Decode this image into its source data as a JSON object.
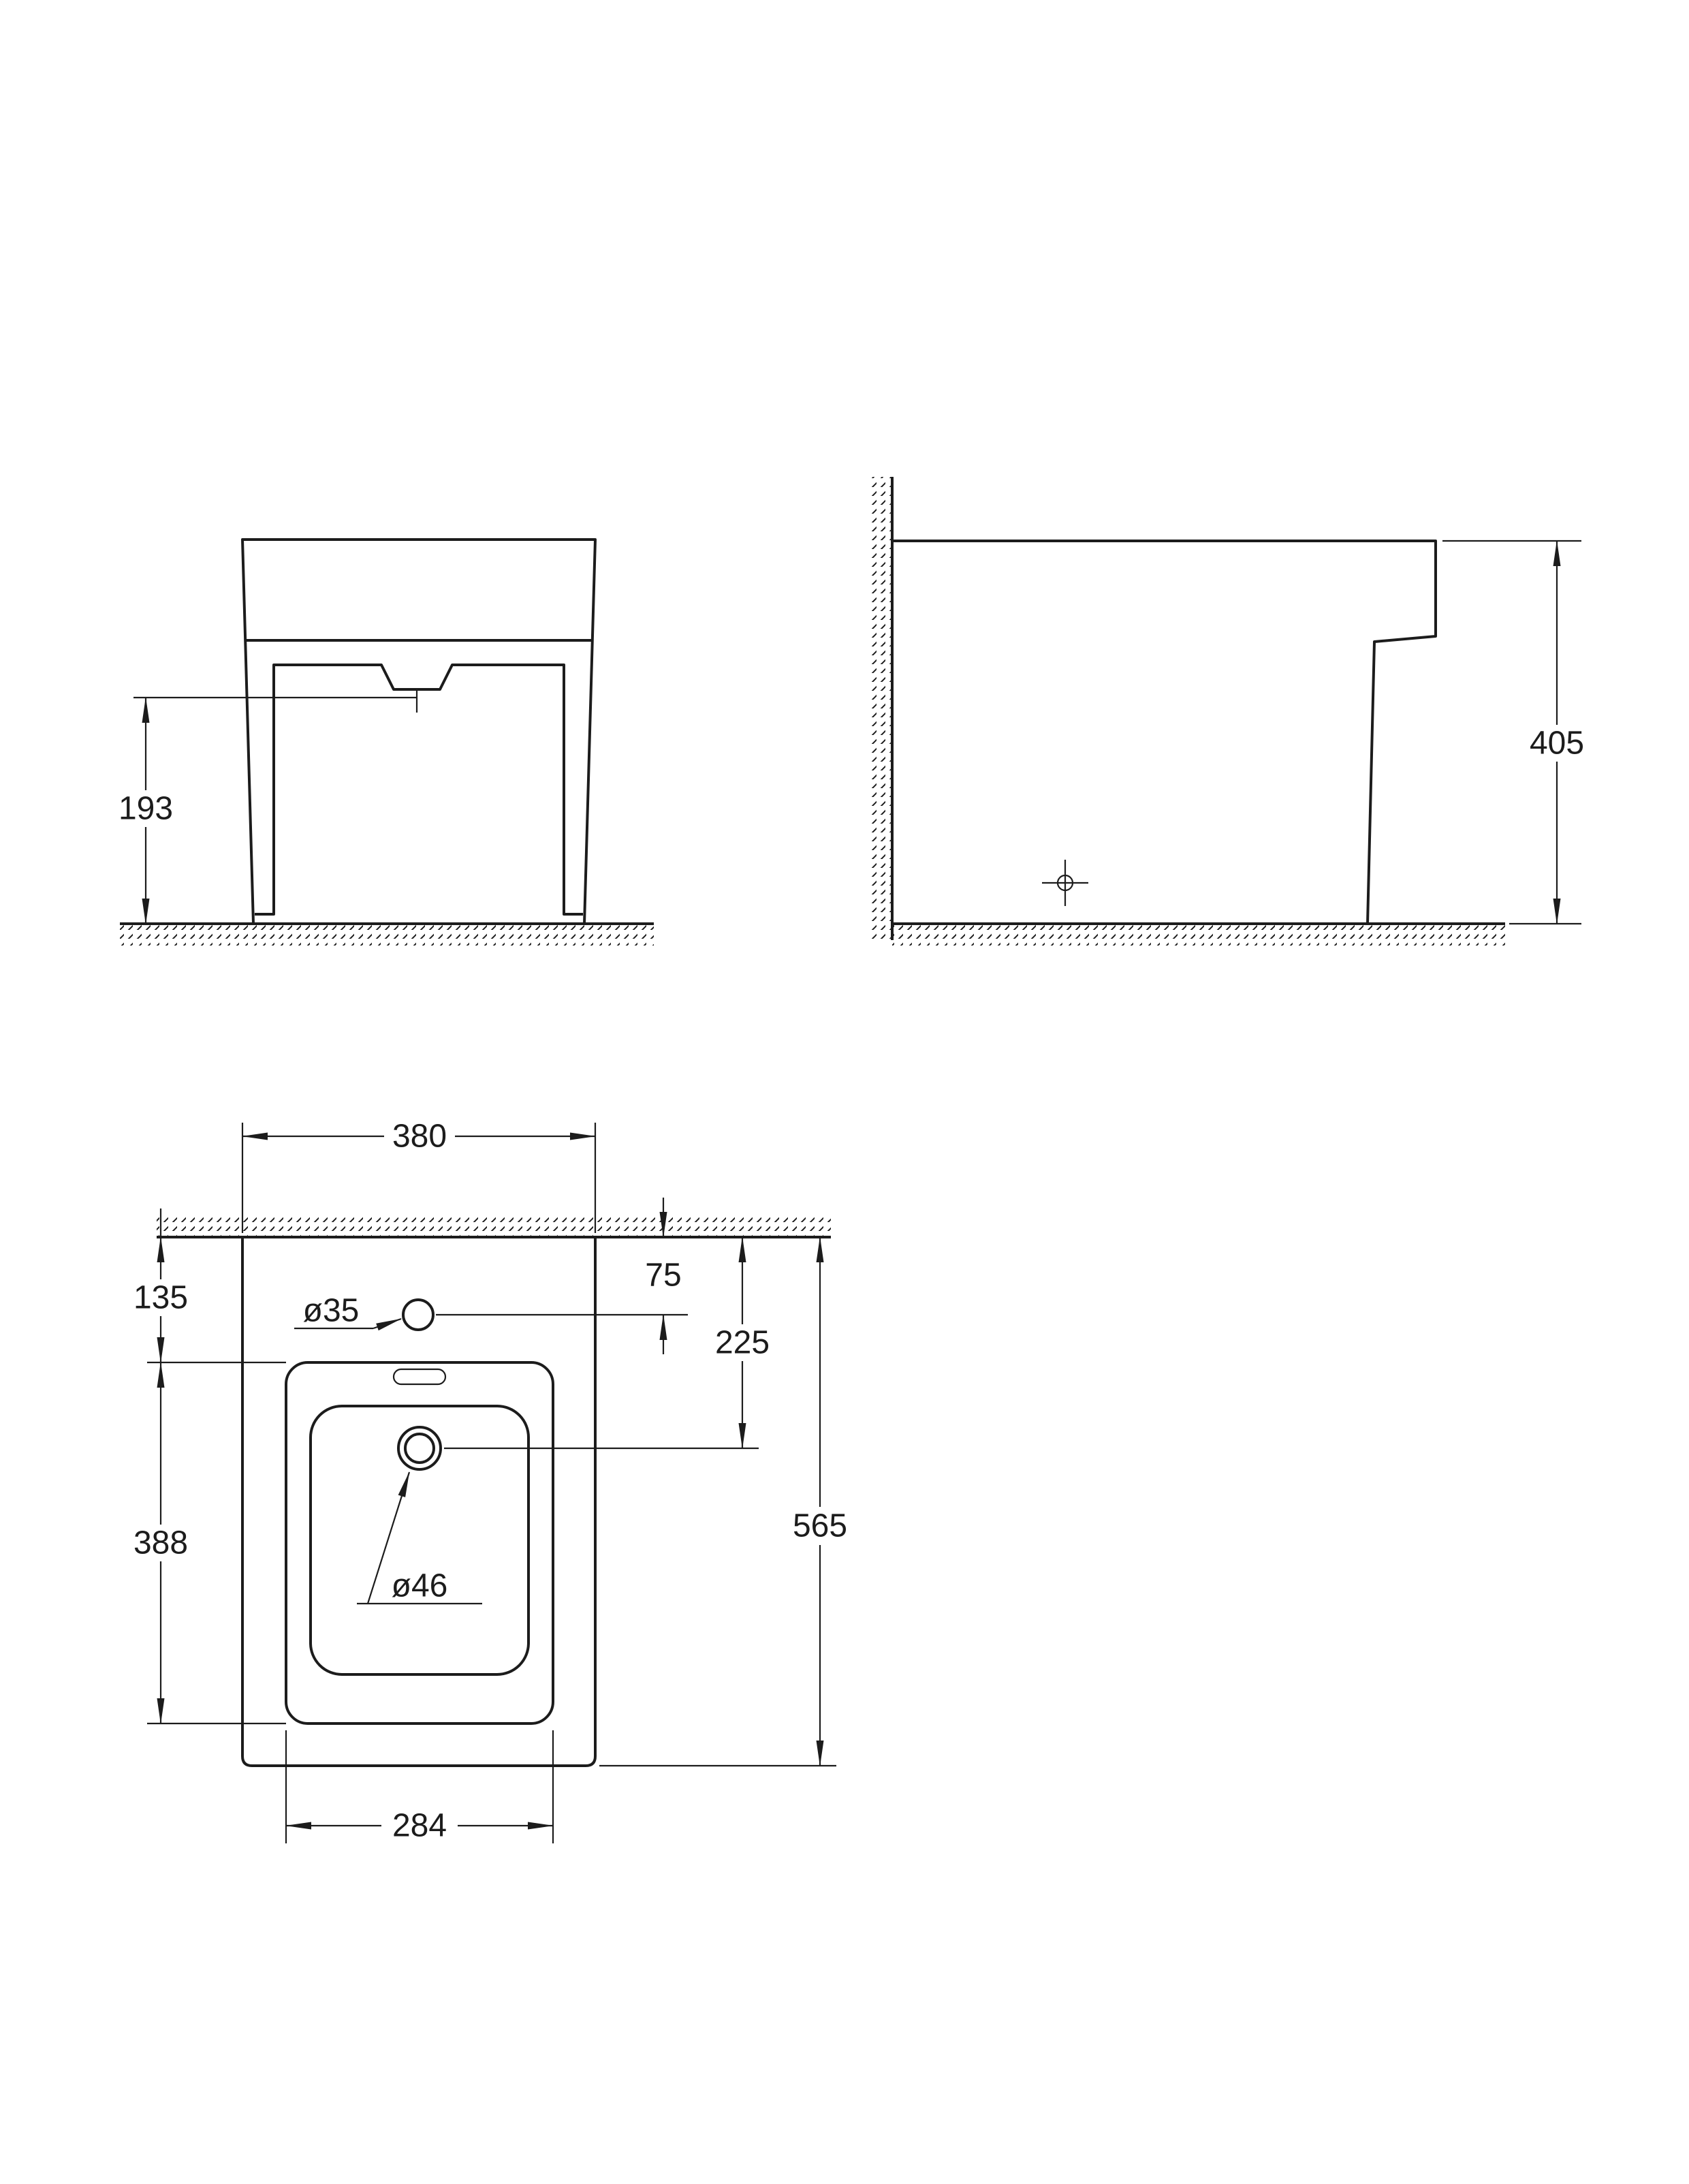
{
  "drawing": {
    "subject": "bidet-technical-dimension-drawing",
    "line_color": "#1c1c1c",
    "background_color": "#ffffff",
    "views": {
      "front": {
        "name": "front-view",
        "dimensions": {
          "spout_height": "193"
        }
      },
      "side": {
        "name": "side-view",
        "dimensions": {
          "overall_height": "405"
        }
      },
      "plan": {
        "name": "plan-view",
        "dimensions": {
          "overall_width": "380",
          "wall_to_rim": "135",
          "tap_hole_offset": "75",
          "drain_offset": "225",
          "overall_depth": "565",
          "rim_length": "388",
          "rim_width": "284",
          "tap_hole_diameter": "ø35",
          "drain_diameter": "ø46"
        }
      }
    }
  }
}
